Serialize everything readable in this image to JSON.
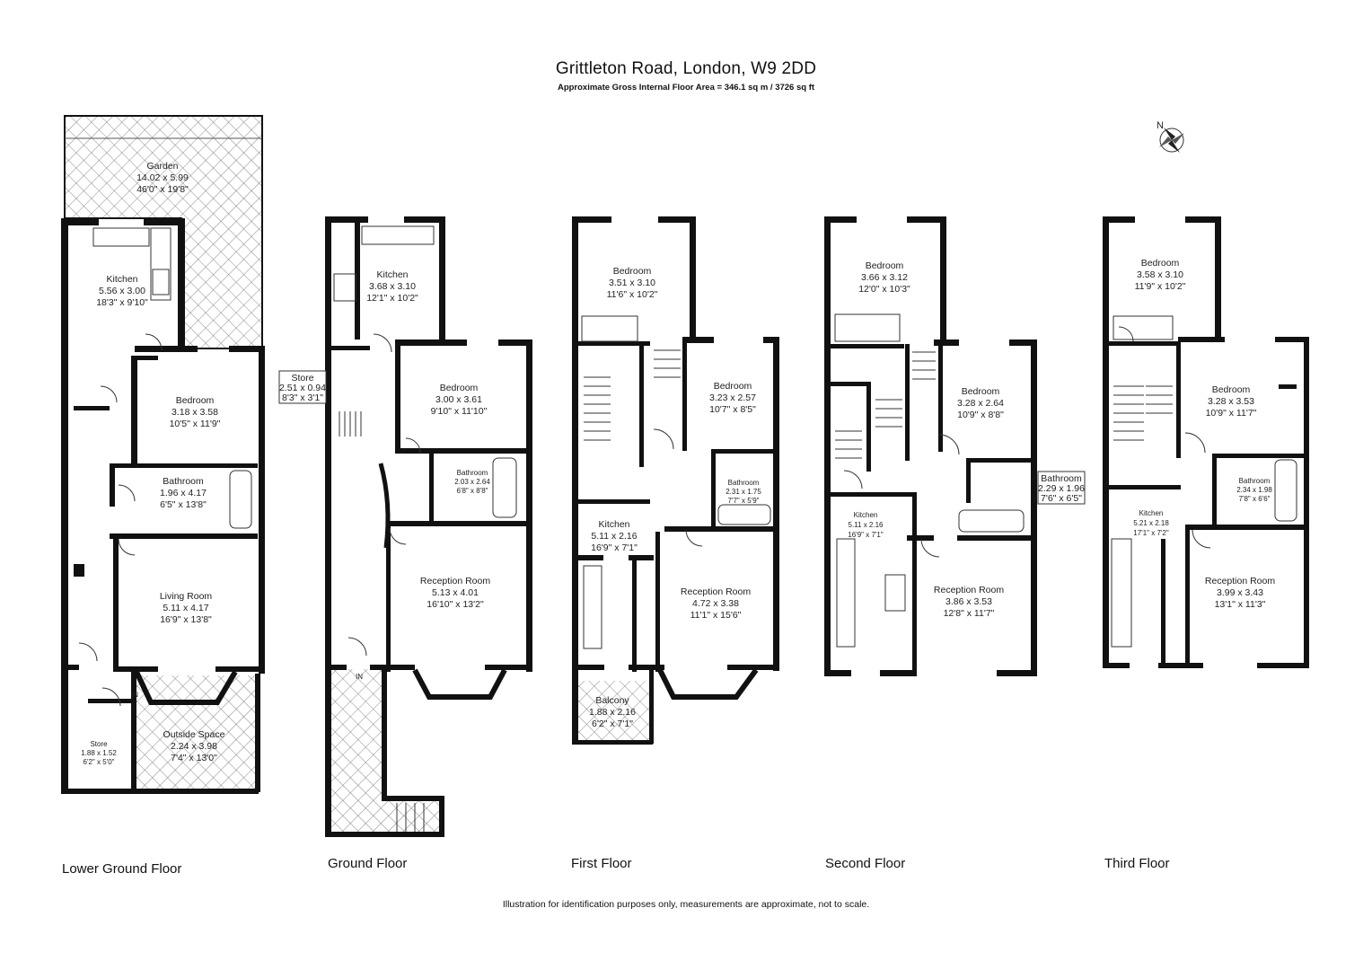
{
  "title": "Grittleton Road, London, W9 2DD",
  "subtitle": "Approximate Gross Internal Floor Area = 346.1 sq m / 3726 sq ft",
  "disclaimer": "Illustration for identification purposes only, measurements are approximate, not to scale.",
  "compass_label": "N",
  "entrance_label": "IN",
  "floors": [
    {
      "name": "Lower Ground Floor",
      "rooms": [
        {
          "name": "Garden",
          "metric": "14.02 x 5.99",
          "imperial": "46'0\" x 19'8\""
        },
        {
          "name": "Kitchen",
          "metric": "5.56 x 3.00",
          "imperial": "18'3\" x 9'10\""
        },
        {
          "name": "Bedroom",
          "metric": "3.18 x 3.58",
          "imperial": "10'5\" x 11'9\""
        },
        {
          "name": "Bathroom",
          "metric": "1.96 x 4.17",
          "imperial": "6'5\" x 13'8\""
        },
        {
          "name": "Living Room",
          "metric": "5.11 x 4.17",
          "imperial": "16'9\" x 13'8\""
        },
        {
          "name": "Outside Space",
          "metric": "2.24 x 3.98",
          "imperial": "7'4\" x 13'0\""
        },
        {
          "name": "Store",
          "metric": "1.88 x 1.52",
          "imperial": "6'2\" x 5'0\""
        }
      ]
    },
    {
      "name": "Ground Floor",
      "rooms": [
        {
          "name": "Kitchen",
          "metric": "3.68 x 3.10",
          "imperial": "12'1\" x 10'2\""
        },
        {
          "name": "Store",
          "metric": "2.51 x 0.94",
          "imperial": "8'3\" x 3'1\""
        },
        {
          "name": "Bedroom",
          "metric": "3.00 x 3.61",
          "imperial": "9'10\" x 11'10\""
        },
        {
          "name": "Bathroom",
          "metric": "2.03 x 2.64",
          "imperial": "6'8\" x 8'8\""
        },
        {
          "name": "Reception Room",
          "metric": "5.13 x 4.01",
          "imperial": "16'10\" x 13'2\""
        }
      ]
    },
    {
      "name": "First Floor",
      "rooms": [
        {
          "name": "Bedroom",
          "metric": "3.51 x 3.10",
          "imperial": "11'6\" x 10'2\""
        },
        {
          "name": "Bedroom",
          "metric": "3.23 x 2.57",
          "imperial": "10'7\" x 8'5\""
        },
        {
          "name": "Bathroom",
          "metric": "2.31 x 1.75",
          "imperial": "7'7\" x 5'9\""
        },
        {
          "name": "Kitchen",
          "metric": "5.11 x 2.16",
          "imperial": "16'9\" x 7'1\""
        },
        {
          "name": "Reception Room",
          "metric": "4.72 x 3.38",
          "imperial": "11'1\" x 15'6\""
        },
        {
          "name": "Balcony",
          "metric": "1.88 x 2.16",
          "imperial": "6'2\" x 7'1\""
        }
      ]
    },
    {
      "name": "Second Floor",
      "rooms": [
        {
          "name": "Bedroom",
          "metric": "3.66 x 3.12",
          "imperial": "12'0\" x 10'3\""
        },
        {
          "name": "Bedroom",
          "metric": "3.28 x 2.64",
          "imperial": "10'9\" x 8'8\""
        },
        {
          "name": "Bathroom",
          "metric": "2.29 x 1.96",
          "imperial": "7'6\" x 6'5\""
        },
        {
          "name": "Kitchen",
          "metric": "5.11 x 2.16",
          "imperial": "16'9\" x 7'1\""
        },
        {
          "name": "Reception Room",
          "metric": "3.86 x 3.53",
          "imperial": "12'8\" x 11'7\""
        }
      ]
    },
    {
      "name": "Third Floor",
      "rooms": [
        {
          "name": "Bedroom",
          "metric": "3.58 x 3.10",
          "imperial": "11'9\" x 10'2\""
        },
        {
          "name": "Bedroom",
          "metric": "3.28 x 3.53",
          "imperial": "10'9\" x 11'7\""
        },
        {
          "name": "Bathroom",
          "metric": "2.34 x 1.98",
          "imperial": "7'8\" x 6'6\""
        },
        {
          "name": "Kitchen",
          "metric": "5.21 x 2.18",
          "imperial": "17'1\" x 7'2\""
        },
        {
          "name": "Reception Room",
          "metric": "3.99 x 3.43",
          "imperial": "13'1\" x 11'3\""
        }
      ]
    }
  ]
}
